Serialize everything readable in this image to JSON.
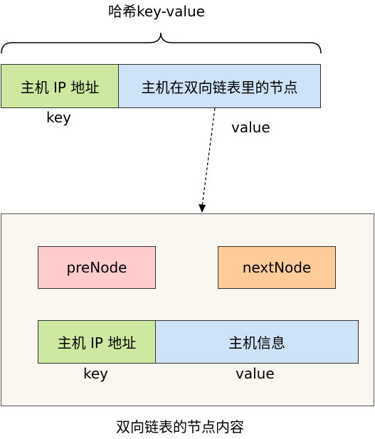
{
  "hash": {
    "title": "哈希key-value",
    "key_cell": "主机 IP 地址",
    "value_cell": "主机在双向链表里的节点",
    "key_label": "key",
    "value_label": "value"
  },
  "node": {
    "prev": "preNode",
    "next": "nextNode",
    "key_cell": "主机 IP 地址",
    "value_cell": "主机信息",
    "key_label": "key",
    "value_label": "value",
    "caption": "双向链表的节点内容"
  },
  "colors": {
    "green": "#cde8a0",
    "blue": "#cfe3f8",
    "pink": "#ffcccc",
    "orange": "#ffcc99",
    "container": "#f9f7ef"
  }
}
